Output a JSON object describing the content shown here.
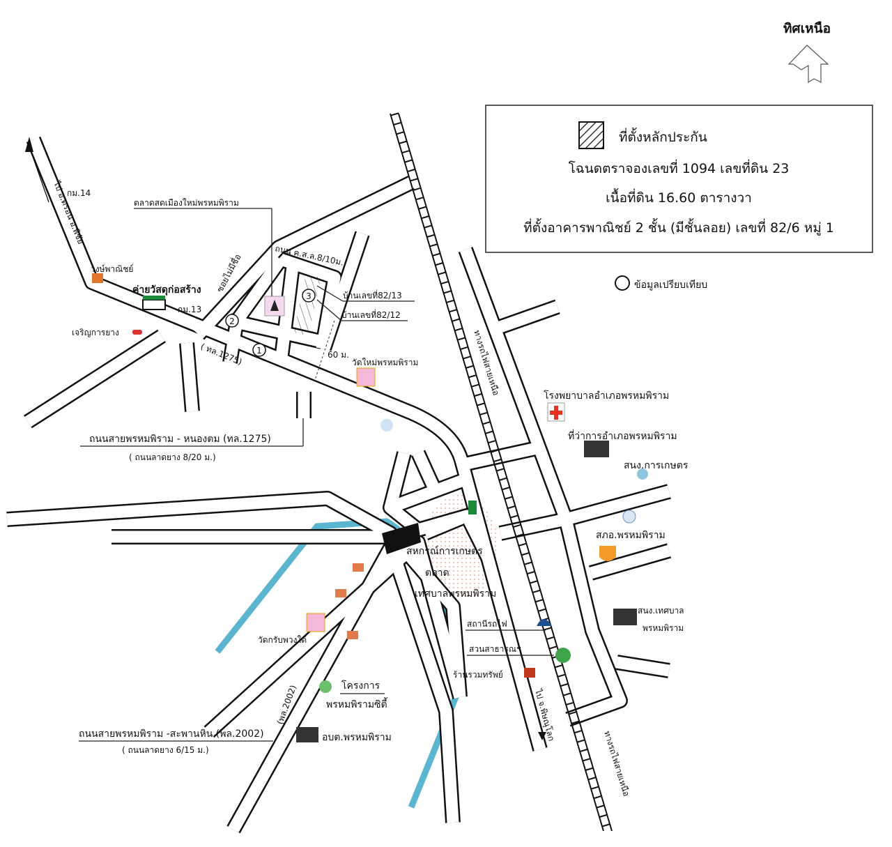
{
  "north": {
    "label": "ทิศเหนือ"
  },
  "legend": {
    "collateral_label": "ที่ตั้งหลักประกัน",
    "deed_line": "โฉนดตราจองเลขที่ 1094 เลขที่ดิน 23",
    "area_line": "เนื้อที่ดิน 16.60 ตารางวา",
    "building_line": "ที่ตั้งอาคารพาณิชย์ 2 ชั้น (มีชั้นลอย) เลขที่ 82/6 หมู่ 1",
    "comparison_label": "ข้อมูลเปรียบเทียบ"
  },
  "labels": {
    "to_north": "ไป อ.ตรอน  อ.พิชัย",
    "km14": "กม.14",
    "km13": "กม.13",
    "market_new": "ตลาดสดเมืองใหม่พรหมพิราม",
    "wong_panich": "วงษ์พาณิชย์",
    "construction_shop": "ค่ายวัสดุก่อสร้าง",
    "charoen_tire": "เจริญการยาง",
    "soi_mai": "ซอยไม่มีชื่อ",
    "road_kss": "ถนน ค.ส.ล.8/10ม.",
    "house_8213": "บ้านเลขที่82/13",
    "house_8212": "บ้านเลขที่82/12",
    "hl1275": "( ทล.1275)",
    "dist_60": "60 ม.",
    "wat_mai": "วัดใหม่พรหมพิราม",
    "road1275_name": "ถนนสายพรหมพิราม - หนองตม (ทล.1275)",
    "road1275_spec": "( ถนนลาดยาง 8/20 ม.)",
    "railway_north_1": "ทางรถไฟสายเหนือ",
    "railway_north_2": "ทางรถไฟสายเหนือ",
    "hospital": "โรงพยาบาลอำเภอพรหมพิราม",
    "district_office": "ที่ว่าการอำเภอพรหมพิราม",
    "agri_office": "สนง.การเกษตร",
    "police": "สภอ.พรหมพิราม",
    "coop": "สหกรณ์การเกษตร",
    "market_muni_1": "ตลาด",
    "market_muni_2": "เทศบาลพรหมพิราม",
    "station": "สถานีรถไฟ",
    "park": "สวนสาธารณฯ",
    "muni_office_1": "สนง.เทศบาล",
    "muni_office_2": "พรหมพิราม",
    "wat_rab": "วัดกรับพวงใต้",
    "project_1": "โครงการ",
    "project_2": "พรหมพิรามซิตี้",
    "ruam_sap": "ร้านรวมทรัพย์",
    "to_phitsanulok": "ไป จ.พิษณุโลก",
    "pl2002": "(พล.2002)",
    "road2002_name": "ถนนสายพรหมพิราม -สะพานหิน (พล.2002)",
    "road2002_spec": "( ถนนลาดยาง 6/15 ม.)",
    "obt": "อบต.พรหมพิราม",
    "c1": "1",
    "c2": "2",
    "c3": "3"
  },
  "colors": {
    "river": "#5bb5cf",
    "hospital": "#e53222",
    "police": "#f39a2b"
  }
}
